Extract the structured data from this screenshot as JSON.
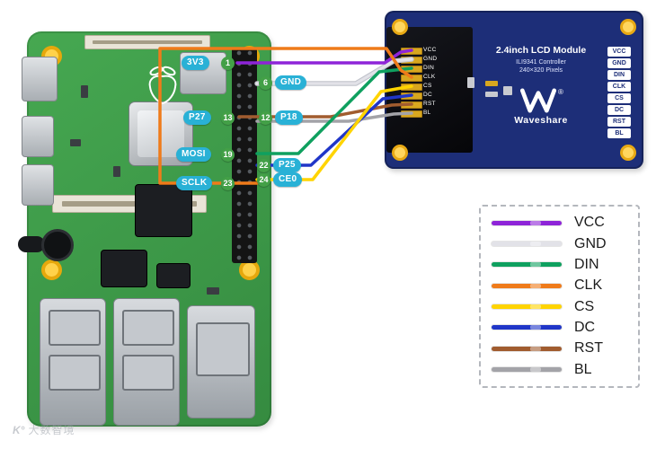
{
  "pi": {
    "badges": [
      {
        "label": "3V3",
        "pin": "1"
      },
      {
        "label": "GND",
        "pin": "6"
      },
      {
        "label": "P27",
        "pin": "13"
      },
      {
        "label": "P18",
        "pin": "12"
      },
      {
        "label": "MOSI",
        "pin": "19"
      },
      {
        "label": "P25",
        "pin": "22"
      },
      {
        "label": "CE0",
        "pin": "24"
      },
      {
        "label": "SCLK",
        "pin": "23"
      }
    ]
  },
  "lcd": {
    "title": "2.4inch LCD Module",
    "controller": "ILI9341 Controller",
    "resolution": "240×320 Pixels",
    "brand": "Waveshare",
    "registered": "®",
    "pads": [
      "VCC",
      "GND",
      "DIN",
      "CLK",
      "CS",
      "DC",
      "RST",
      "BL"
    ],
    "side_pins": [
      "VCC",
      "GND",
      "DIN",
      "CLK",
      "CS",
      "DC",
      "RST",
      "BL"
    ]
  },
  "legend": {
    "items": [
      {
        "name": "VCC",
        "color": "#8e24d8"
      },
      {
        "name": "GND",
        "color": "#e2e2e8"
      },
      {
        "name": "DIN",
        "color": "#0fa05f"
      },
      {
        "name": "CLK",
        "color": "#ef7b1a"
      },
      {
        "name": "CS",
        "color": "#ffd400"
      },
      {
        "name": "DC",
        "color": "#2036c8"
      },
      {
        "name": "RST",
        "color": "#a15c2f"
      },
      {
        "name": "BL",
        "color": "#a3a3a8"
      }
    ]
  },
  "colors": {
    "badge_cyan": "#29b1d6",
    "pin_green": "#43a047",
    "pi_green": "#3da24b",
    "lcd_navy": "#1d2e78",
    "wire_outline": "#c2c4cc"
  },
  "watermark": {
    "logo": "K°",
    "text": "大数智境"
  }
}
